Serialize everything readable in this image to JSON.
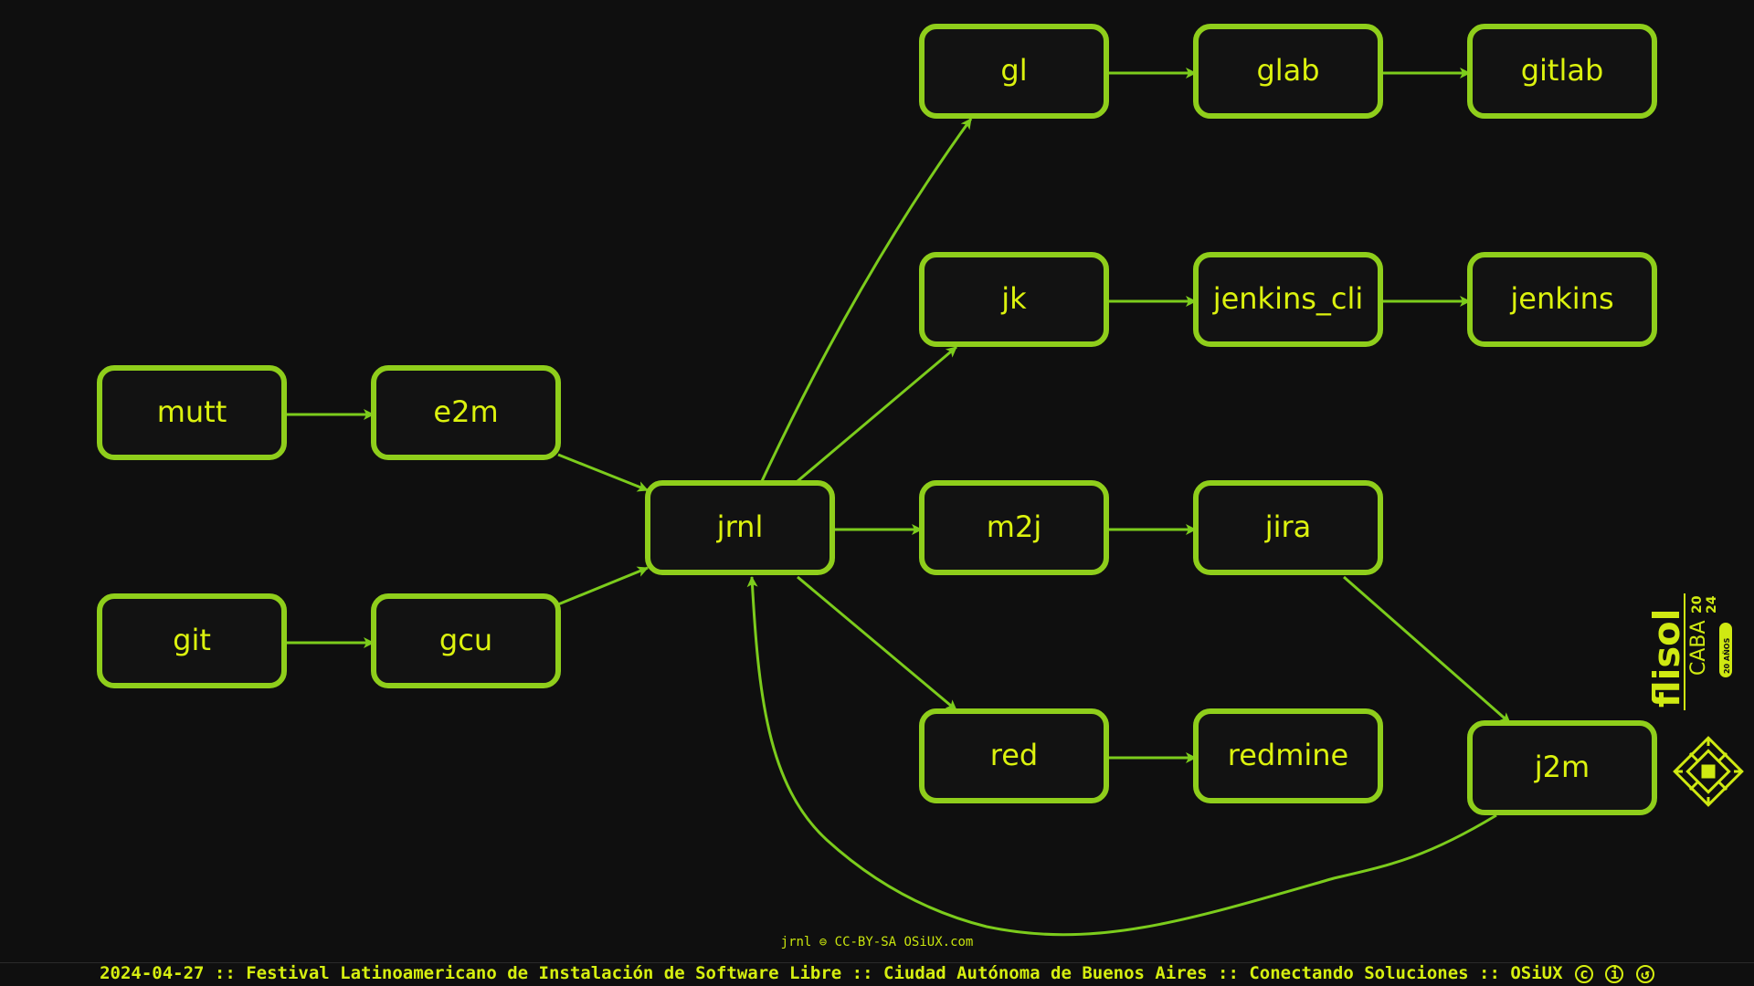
{
  "diagram": {
    "nodes": [
      {
        "id": "mutt",
        "label": "mutt"
      },
      {
        "id": "e2m",
        "label": "e2m"
      },
      {
        "id": "git",
        "label": "git"
      },
      {
        "id": "gcu",
        "label": "gcu"
      },
      {
        "id": "jrnl",
        "label": "jrnl"
      },
      {
        "id": "gl",
        "label": "gl"
      },
      {
        "id": "glab",
        "label": "glab"
      },
      {
        "id": "gitlab",
        "label": "gitlab"
      },
      {
        "id": "jk",
        "label": "jk"
      },
      {
        "id": "jenkins_cli",
        "label": "jenkins_cli"
      },
      {
        "id": "jenkins",
        "label": "jenkins"
      },
      {
        "id": "m2j",
        "label": "m2j"
      },
      {
        "id": "jira",
        "label": "jira"
      },
      {
        "id": "red",
        "label": "red"
      },
      {
        "id": "redmine",
        "label": "redmine"
      },
      {
        "id": "j2m",
        "label": "j2m"
      }
    ],
    "edges": [
      {
        "from": "mutt",
        "to": "e2m"
      },
      {
        "from": "git",
        "to": "gcu"
      },
      {
        "from": "e2m",
        "to": "jrnl"
      },
      {
        "from": "gcu",
        "to": "jrnl"
      },
      {
        "from": "jrnl",
        "to": "gl"
      },
      {
        "from": "jrnl",
        "to": "jk"
      },
      {
        "from": "jrnl",
        "to": "m2j"
      },
      {
        "from": "jrnl",
        "to": "red"
      },
      {
        "from": "gl",
        "to": "glab"
      },
      {
        "from": "glab",
        "to": "gitlab"
      },
      {
        "from": "jk",
        "to": "jenkins_cli"
      },
      {
        "from": "jenkins_cli",
        "to": "jenkins"
      },
      {
        "from": "m2j",
        "to": "jira"
      },
      {
        "from": "red",
        "to": "redmine"
      },
      {
        "from": "jira",
        "to": "j2m"
      },
      {
        "from": "j2m",
        "to": "jrnl"
      }
    ],
    "colors": {
      "background": "#0f0f0f",
      "node_border": "#8fce1b",
      "node_text": "#dcf20e",
      "edge": "#7ccc1c"
    }
  },
  "credit": "jrnl ⊜ CC-BY-SA OSiUX.com",
  "footer": {
    "text": "2024-04-27 :: Festival Latinoamericano de Instalación de Software Libre :: Ciudad Autónoma de Buenos Aires :: Conectando Soluciones :: OSiUX",
    "license_icons": [
      "cc-icon",
      "by-icon",
      "sa-icon"
    ]
  },
  "logo": {
    "word": "flisol",
    "year_top": "20",
    "year_bottom": "24",
    "city": "CABA",
    "badge": "20 AÑOS"
  }
}
